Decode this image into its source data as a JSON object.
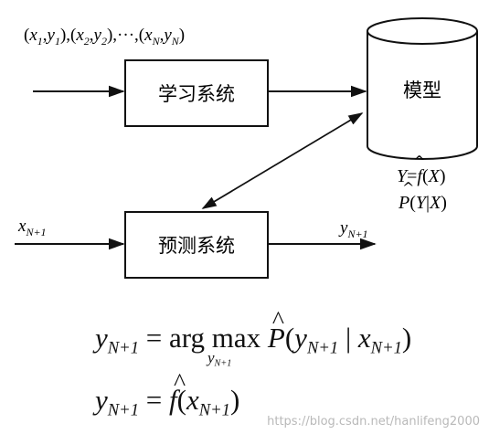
{
  "nodes": {
    "learning_system": "学习系统",
    "prediction_system": "预测系统",
    "model": "模型"
  },
  "labels": {
    "training_data": "(x1,y1),(x2,y2),···,(xN,yN)",
    "input_next": "xN+1",
    "output_next": "yN+1",
    "model_f": "Y=f(X)",
    "model_p": "P(Y|X)"
  },
  "formulas": {
    "argmax": "yN+1 = arg max P(yN+1 | xN+1)",
    "argmax_subscript": "yN+1",
    "decision": "yN+1 = f(xN+1)"
  },
  "watermark": "https://blog.csdn.net/hanlifeng2000"
}
